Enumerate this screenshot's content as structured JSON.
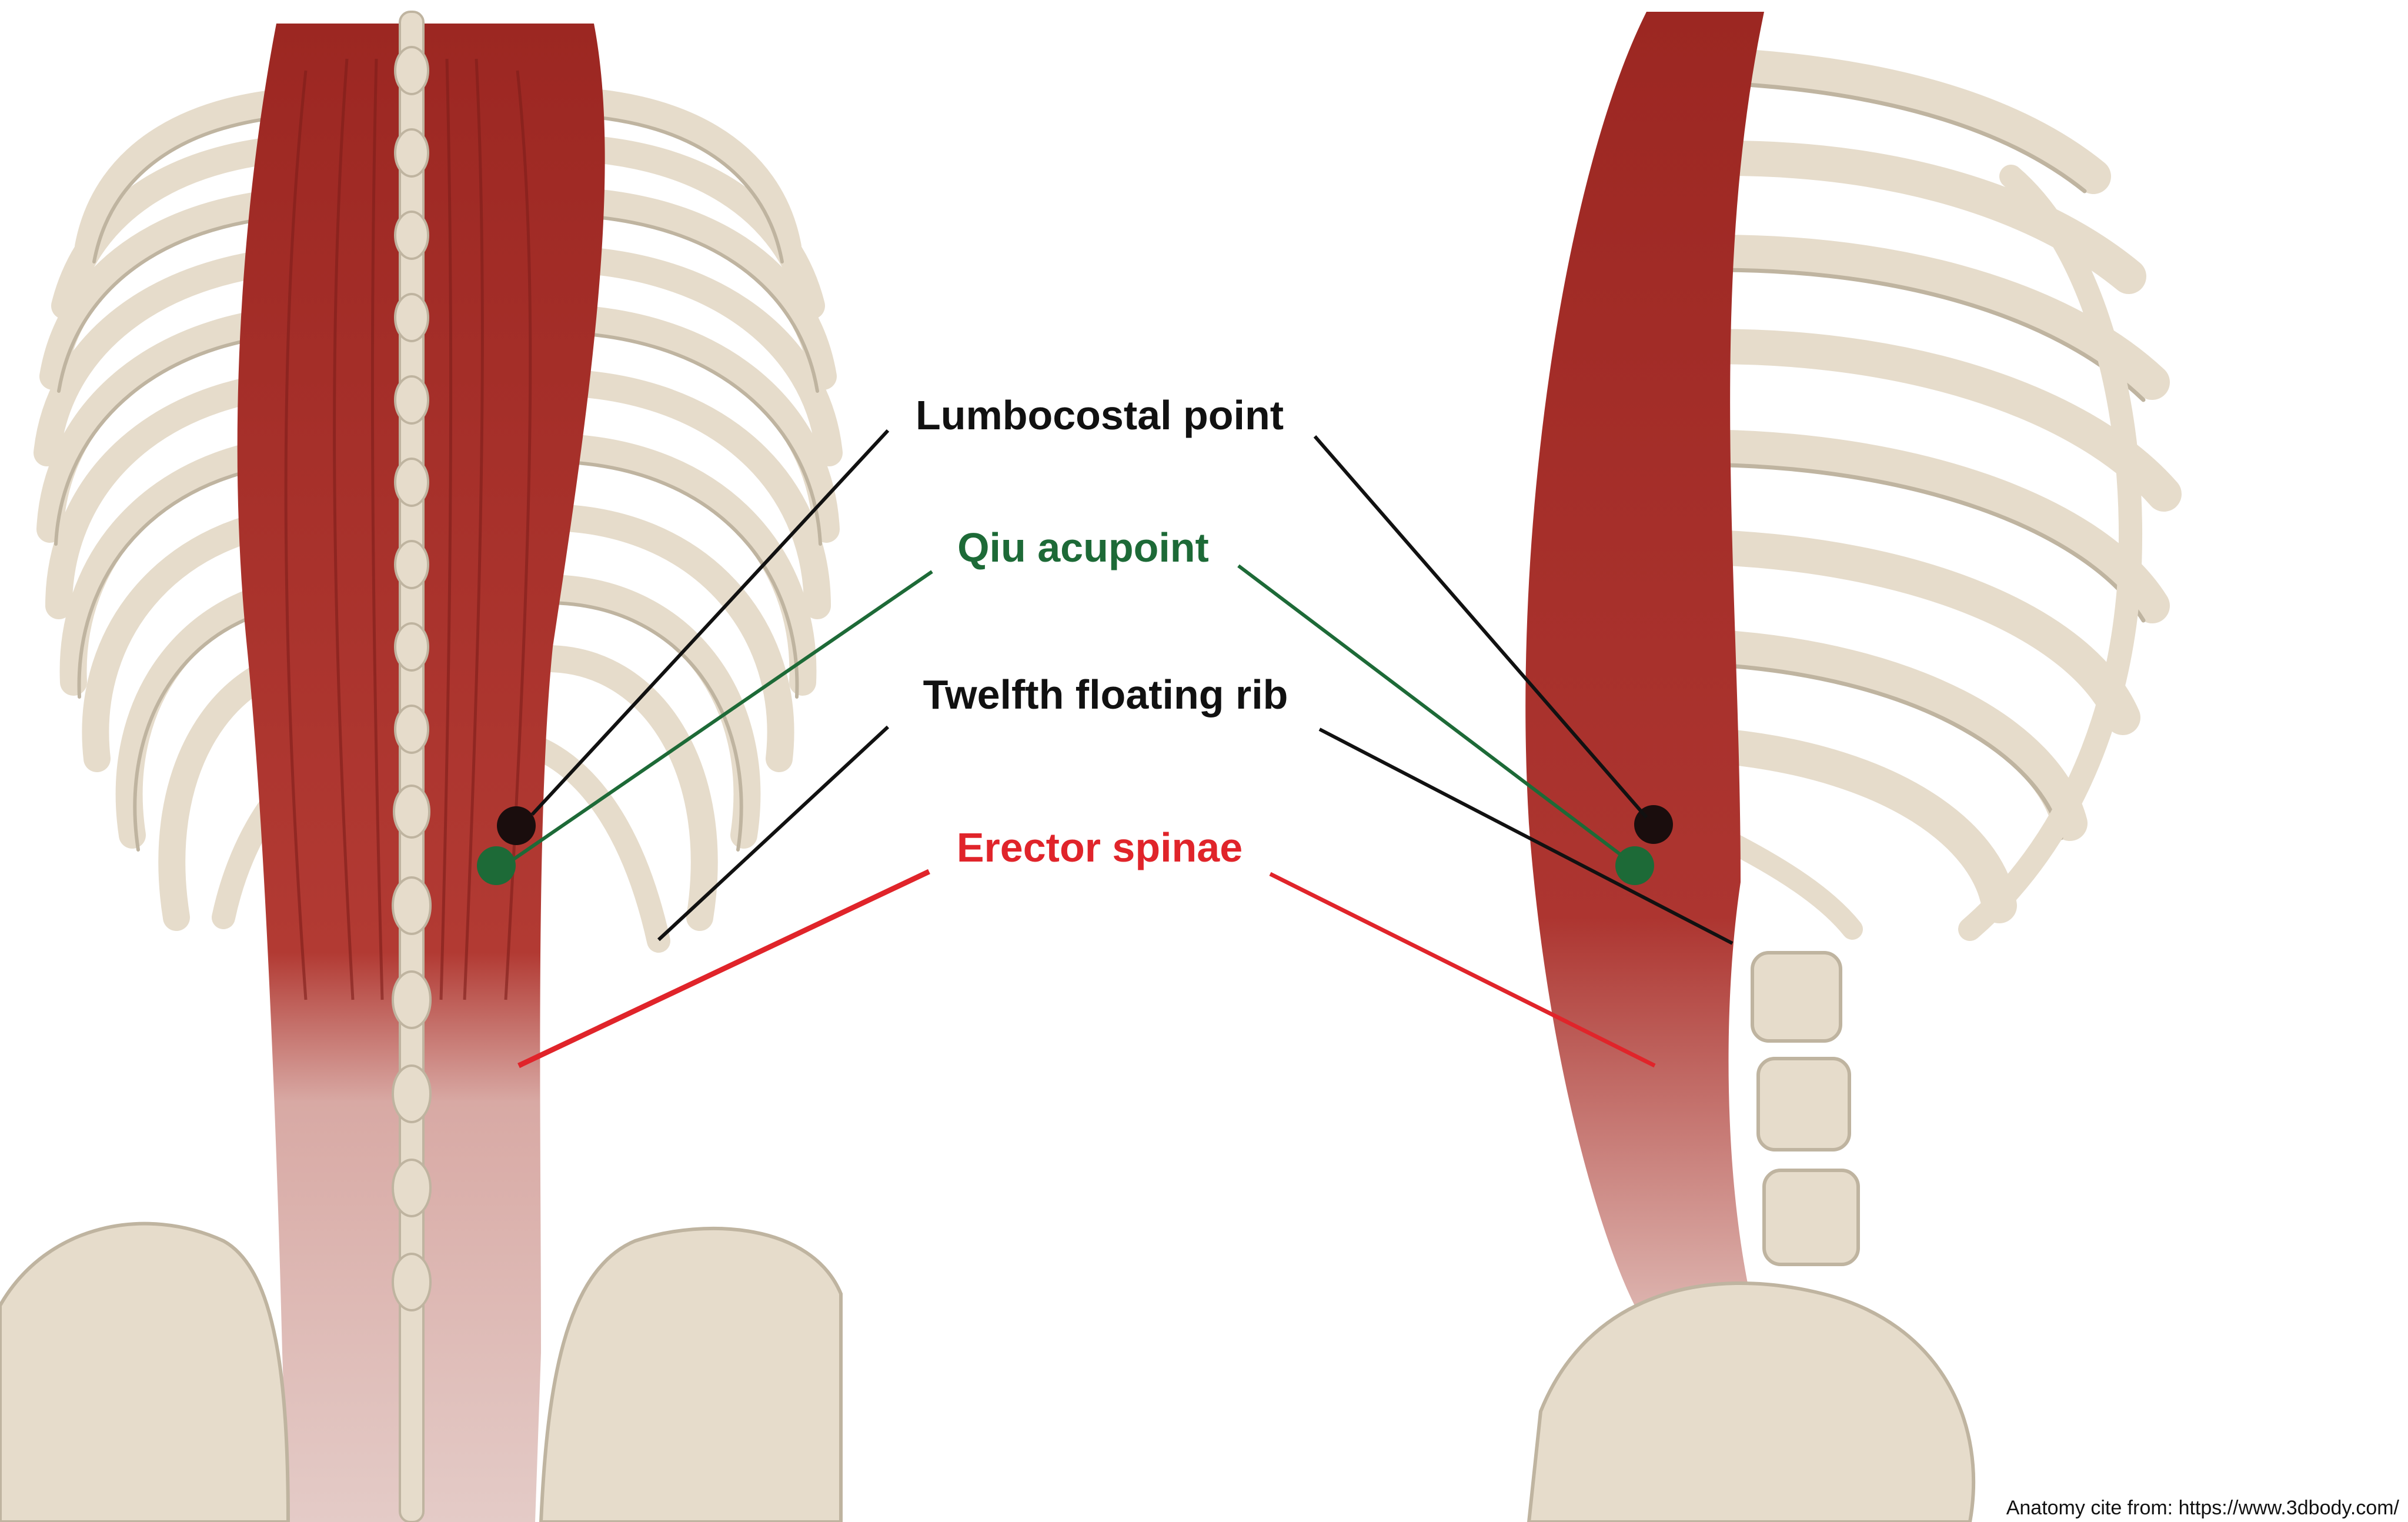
{
  "colors": {
    "background": "#ffffff",
    "bone": "#e6dccb",
    "bone_shade": "#bfb4a0",
    "muscle": "#a8302a",
    "muscle_dark": "#7e1e1a",
    "tendon": "#e2c4c0",
    "lumbocostal": "#1a0d0d",
    "qiu": "#1d6a37",
    "twelfth_rib": "#111111",
    "erector": "#e0242a"
  },
  "labels": {
    "lumbocostal_point": "Lumbocostal point",
    "qiu_acupoint": "Qiu acupoint",
    "twelfth_floating_rib": "Twelfth floating rib",
    "erector_spinae": "Erector spinae"
  },
  "credit": "Anatomy cite from: https://www.3dbody.com/"
}
